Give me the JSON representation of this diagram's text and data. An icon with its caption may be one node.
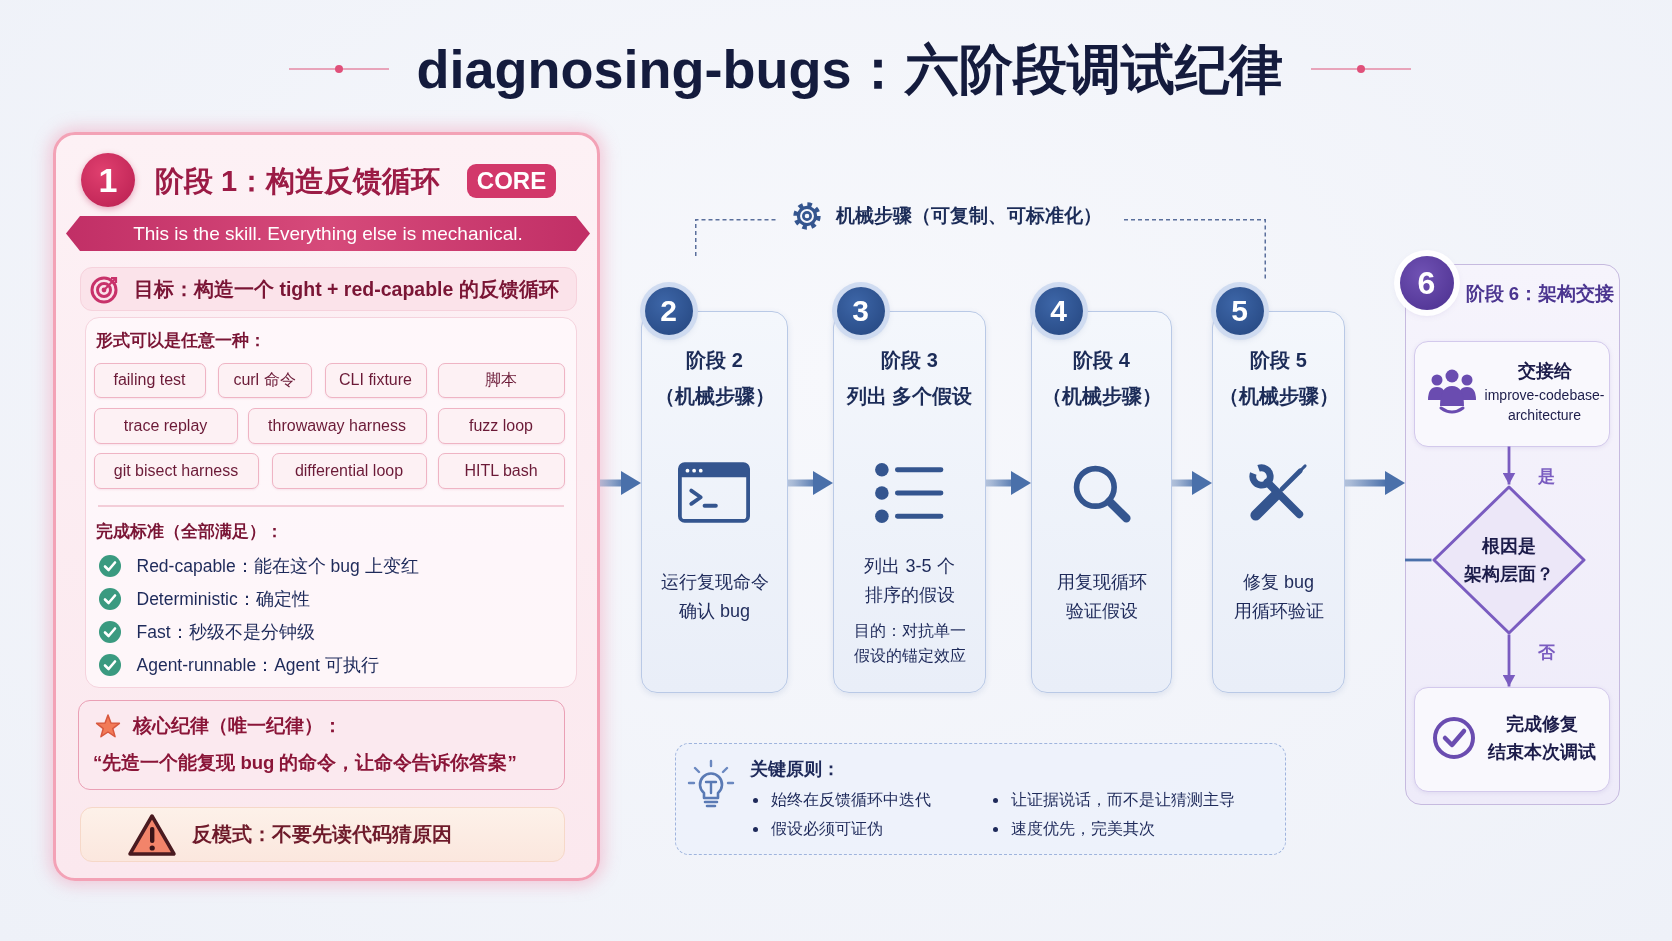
{
  "diagram": {
    "title": "diagnosing-bugs：六阶段调试纪律",
    "nodes": [
      {
        "text": [
          "1",
          "阶段 1：构造反馈循环",
          "CORE",
          "This is the skill. Everything else is mechanical."
        ]
      },
      {
        "text": [
          "目标：构造一个 tight + red-capable 的反馈循环"
        ],
        "in": 0
      },
      {
        "text": [
          "形式可以是任意一种：",
          "完成标准（全部满足）：",
          "Red-capable：能在这个 bug 上变红",
          "Deterministic：确定性",
          "Fast：秒级不是分钟级",
          "Agent-runnable：Agent 可执行"
        ],
        "in": 0
      },
      {
        "text": [
          "failing test"
        ],
        "in": 2
      },
      {
        "text": [
          "curl 命令"
        ],
        "in": 2
      },
      {
        "text": [
          "CLI fixture"
        ],
        "in": 2
      },
      {
        "text": [
          "脚本"
        ],
        "in": 2
      },
      {
        "text": [
          "trace replay"
        ],
        "in": 2
      },
      {
        "text": [
          "throwaway harness"
        ],
        "in": 2
      },
      {
        "text": [
          "fuzz loop"
        ],
        "in": 2
      },
      {
        "text": [
          "git bisect harness"
        ],
        "in": 2
      },
      {
        "text": [
          "differential loop"
        ],
        "in": 2
      },
      {
        "text": [
          "HITL bash"
        ],
        "in": 2
      },
      {
        "text": [
          "核心纪律（唯一纪律）：",
          "“先造一个能复现 bug 的命令，让命令告诉你答案”"
        ],
        "in": 0
      },
      {
        "text": [
          "反模式：不要先读代码猜原因"
        ],
        "in": 0
      },
      {
        "text": [
          "2",
          "阶段 2",
          "（机械步骤）",
          "运行复现命令",
          "确认 bug"
        ]
      },
      {
        "text": [
          "3",
          "阶段 3",
          "列出 多个假设",
          "列出 3-5 个排序的假设",
          "目的：对抗单一假设的锚定效应"
        ]
      },
      {
        "text": [
          "4",
          "阶段 4",
          "（机械步骤）",
          "用复现循环验证假设"
        ]
      },
      {
        "text": [
          "5",
          "阶段 5",
          "（机械步骤）",
          "修复 bug",
          "用循环验证"
        ]
      },
      {
        "text": [
          "6",
          "阶段 6：架构交接"
        ]
      },
      {
        "text": [
          "交接给",
          "improve-codebase-architecture"
        ],
        "in": 19
      },
      {
        "text": [
          "根因是架构层面？"
        ],
        "in": 19
      },
      {
        "text": [
          "完成修复",
          "结束本次调试"
        ],
        "in": 19
      },
      {
        "text": [
          "关键原则：",
          "始终在反馈循环中迭代",
          "让证据说话，而不是让猜测主导",
          "假设必须可证伪",
          "速度优先，完美其次"
        ]
      }
    ],
    "edges": [
      {
        "from": 0,
        "to": 15,
        "arrow": "to",
        "style": "thick"
      },
      {
        "from": 15,
        "to": 16,
        "arrow": "to",
        "style": "thick"
      },
      {
        "from": 16,
        "to": 17,
        "arrow": "to",
        "style": "thick"
      },
      {
        "from": 17,
        "to": 18,
        "arrow": "to",
        "style": "thick"
      },
      {
        "from": 18,
        "to": 19,
        "arrow": "to",
        "style": "thick"
      },
      {
        "from": 19,
        "to": 21,
        "arrow": "none"
      },
      {
        "from": 20,
        "to": 21,
        "arrow": "to",
        "label": "是",
        "color": "#7a5cc0"
      },
      {
        "from": 21,
        "to": 22,
        "arrow": "to",
        "label": "否",
        "color": "#7a5cc0"
      }
    ],
    "labels": [
      "机械步骤（可复制、可标准化）"
    ]
  }
}
